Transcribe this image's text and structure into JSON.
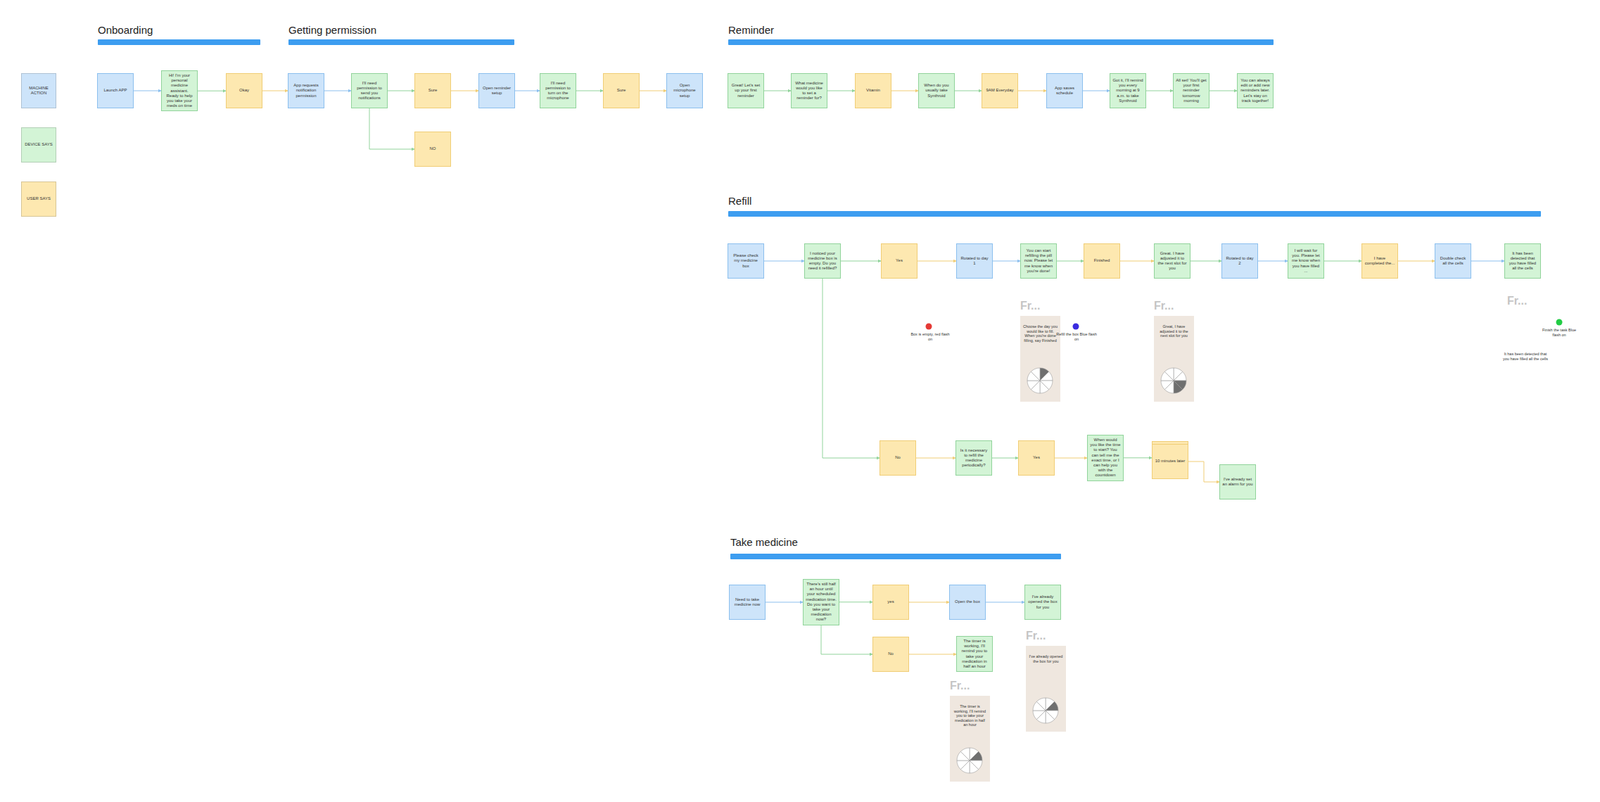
{
  "diagram": {
    "nodes": [
      {
        "text": [
          "Launch APP"
        ]
      },
      {
        "text": [
          "Hi! I'm your personal medicine assistant. Ready to help you take your meds on time"
        ]
      },
      {
        "text": [
          "Okay"
        ]
      },
      {
        "text": [
          "App requests notification permission"
        ]
      },
      {
        "text": [
          "I'll need permission to send you notifications"
        ]
      },
      {
        "text": [
          "Sure"
        ]
      },
      {
        "text": [
          "NO"
        ]
      },
      {
        "text": [
          "Open reminder setup"
        ]
      },
      {
        "text": [
          "I'll need permission to turn on the microphone"
        ]
      },
      {
        "text": [
          "Sure"
        ]
      },
      {
        "text": [
          "Open microphone setup"
        ]
      },
      {
        "text": [
          "Great! Let's set up your first reminder"
        ]
      },
      {
        "text": [
          "What medicine would you like to set a reminder for?"
        ]
      },
      {
        "text": [
          "Vitamin"
        ]
      },
      {
        "text": [
          "When do you usually take Synthroid"
        ]
      },
      {
        "text": [
          "9AM Everyday"
        ]
      },
      {
        "text": [
          "App saves schedule"
        ]
      },
      {
        "text": [
          "Got it, I'll remind you every morning at 9 a.m. to take Synthroid"
        ]
      },
      {
        "text": [
          "All set! You'll get your first reminder tomorrow morning"
        ]
      },
      {
        "text": [
          "You can always edit or add new reminders later. Let's stay on track together!"
        ]
      },
      {
        "text": [
          "Please check my medicine box"
        ]
      },
      {
        "text": [
          "I noticed your medicine box is empty. Do you need it refilled?"
        ]
      },
      {
        "text": [
          "Yes"
        ]
      },
      {
        "text": [
          "Rotated to day 1"
        ]
      },
      {
        "text": [
          "You can start refilling the pill now. Please let me know when you're done!"
        ]
      },
      {
        "text": [
          "Finished"
        ]
      },
      {
        "text": [
          "Great. I have adjusted it to the next slot for you"
        ]
      },
      {
        "text": [
          "Rotated to day 2"
        ]
      },
      {
        "text": [
          "I will wait for you. Please let me know when you have filled ..."
        ]
      },
      {
        "text": [
          "I have completed the..."
        ]
      },
      {
        "text": [
          "Double check all the cells"
        ]
      },
      {
        "text": [
          "It has been detected that you have filled all the cells"
        ]
      },
      {
        "text": [
          "Fr...",
          "Choose the day you would like to fill. When you're done filling, say Finished"
        ]
      },
      {
        "text": [
          "Fr...",
          "Great, I have adjusted it to the next slot for you"
        ]
      },
      {
        "text": [
          "No"
        ]
      },
      {
        "text": [
          "Is it necessary to refill the medicine periodically?"
        ]
      },
      {
        "text": [
          "Yes"
        ]
      },
      {
        "text": [
          "When would you like the time to start? You can tell me the exact time, or I can help you with the countdown"
        ]
      },
      {
        "text": [
          "10 minutes later"
        ]
      },
      {
        "text": [
          "I've already set an alarm for you"
        ]
      },
      {
        "text": [
          "Need to take medicine now"
        ]
      },
      {
        "text": [
          "There's still half an hour until your scheduled medication time. Do you want to take your medication now?"
        ]
      },
      {
        "text": [
          "yes"
        ]
      },
      {
        "text": [
          "Open the box"
        ]
      },
      {
        "text": [
          "I've already opened the box for you"
        ]
      },
      {
        "text": [
          "No"
        ]
      },
      {
        "text": [
          "The timer is working, I'll remind you to take your medication in half an hour"
        ]
      },
      {
        "text": [
          "Fr...",
          "I've already opened the box for you"
        ]
      },
      {
        "text": [
          "Fr...",
          "The timer is working, I'll remind you to take your medication in half an hour"
        ]
      }
    ],
    "edges": [
      {
        "from": 0,
        "to": 1,
        "arrow": "to"
      },
      {
        "from": 1,
        "to": 2,
        "arrow": "to"
      },
      {
        "from": 2,
        "to": 3,
        "arrow": "to"
      },
      {
        "from": 3,
        "to": 4,
        "arrow": "to"
      },
      {
        "from": 4,
        "to": 5,
        "arrow": "to"
      },
      {
        "from": 4,
        "to": 6,
        "arrow": "to"
      },
      {
        "from": 5,
        "to": 7,
        "arrow": "to"
      },
      {
        "from": 7,
        "to": 8,
        "arrow": "to"
      },
      {
        "from": 8,
        "to": 9,
        "arrow": "to"
      },
      {
        "from": 9,
        "to": 10,
        "arrow": "to"
      },
      {
        "from": 11,
        "to": 12,
        "arrow": "to"
      },
      {
        "from": 12,
        "to": 13,
        "arrow": "to"
      },
      {
        "from": 13,
        "to": 14,
        "arrow": "to"
      },
      {
        "from": 14,
        "to": 15,
        "arrow": "to"
      },
      {
        "from": 15,
        "to": 16,
        "arrow": "to"
      },
      {
        "from": 16,
        "to": 17,
        "arrow": "to"
      },
      {
        "from": 17,
        "to": 18,
        "arrow": "to"
      },
      {
        "from": 18,
        "to": 19,
        "arrow": "to"
      },
      {
        "from": 20,
        "to": 21,
        "arrow": "to"
      },
      {
        "from": 21,
        "to": 22,
        "arrow": "to"
      },
      {
        "from": 22,
        "to": 23,
        "arrow": "to"
      },
      {
        "from": 23,
        "to": 24,
        "arrow": "to"
      },
      {
        "from": 24,
        "to": 25,
        "arrow": "to"
      },
      {
        "from": 25,
        "to": 26,
        "arrow": "to"
      },
      {
        "from": 26,
        "to": 27,
        "arrow": "to"
      },
      {
        "from": 27,
        "to": 28,
        "arrow": "to"
      },
      {
        "from": 28,
        "to": 29,
        "arrow": "to"
      },
      {
        "from": 29,
        "to": 30,
        "arrow": "to"
      },
      {
        "from": 30,
        "to": 31,
        "arrow": "to"
      },
      {
        "from": 21,
        "to": 34,
        "arrow": "to"
      },
      {
        "from": 34,
        "to": 35,
        "arrow": "to"
      },
      {
        "from": 35,
        "to": 36,
        "arrow": "to"
      },
      {
        "from": 36,
        "to": 37,
        "arrow": "to"
      },
      {
        "from": 37,
        "to": 38,
        "arrow": "to"
      },
      {
        "from": 38,
        "to": 39,
        "arrow": "to"
      },
      {
        "from": 40,
        "to": 41,
        "arrow": "to"
      },
      {
        "from": 41,
        "to": 42,
        "arrow": "to"
      },
      {
        "from": 42,
        "to": 43,
        "arrow": "to"
      },
      {
        "from": 43,
        "to": 44,
        "arrow": "to"
      },
      {
        "from": 41,
        "to": 45,
        "arrow": "to"
      },
      {
        "from": 45,
        "to": 46,
        "arrow": "to"
      }
    ],
    "labels": [
      "Onboarding",
      "Getting permission",
      "Reminder",
      "Refill",
      "Take medicine",
      "Box is empty, red flash on",
      "Refill the box Blue flash on",
      "Fr...",
      "Finish the task Blue flash on",
      "It has been detected that you have filled all the cells"
    ],
    "legend": [
      {
        "text": "MACHINE ACTION",
        "color": "#cde4fa"
      },
      {
        "text": "DEVICE SAYS",
        "color": "#d3f4d6"
      },
      {
        "text": "USER SAYS",
        "color": "#fde8b0"
      }
    ]
  }
}
